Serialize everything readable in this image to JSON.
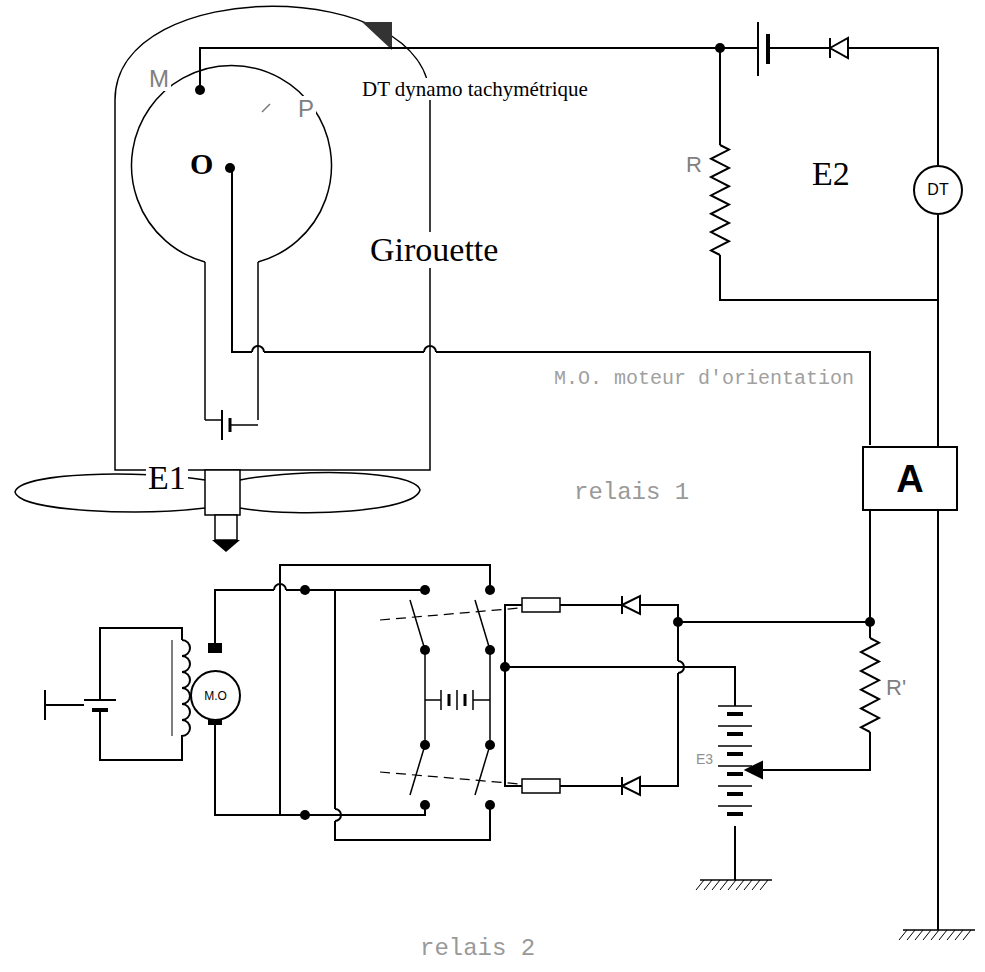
{
  "diagram": {
    "nodes": [
      {
        "text": [
          "DT"
        ]
      },
      {
        "text": [
          "A"
        ]
      },
      {
        "text": [
          "M.O"
        ]
      }
    ],
    "labels": [
      "M",
      "P",
      "O",
      "DT dynamo tachymétrique",
      "E2",
      "R",
      "Girouette",
      "M.O. moteur d'orientation",
      "E1",
      "relais 1",
      "R'",
      "E3",
      "relais 2"
    ]
  }
}
